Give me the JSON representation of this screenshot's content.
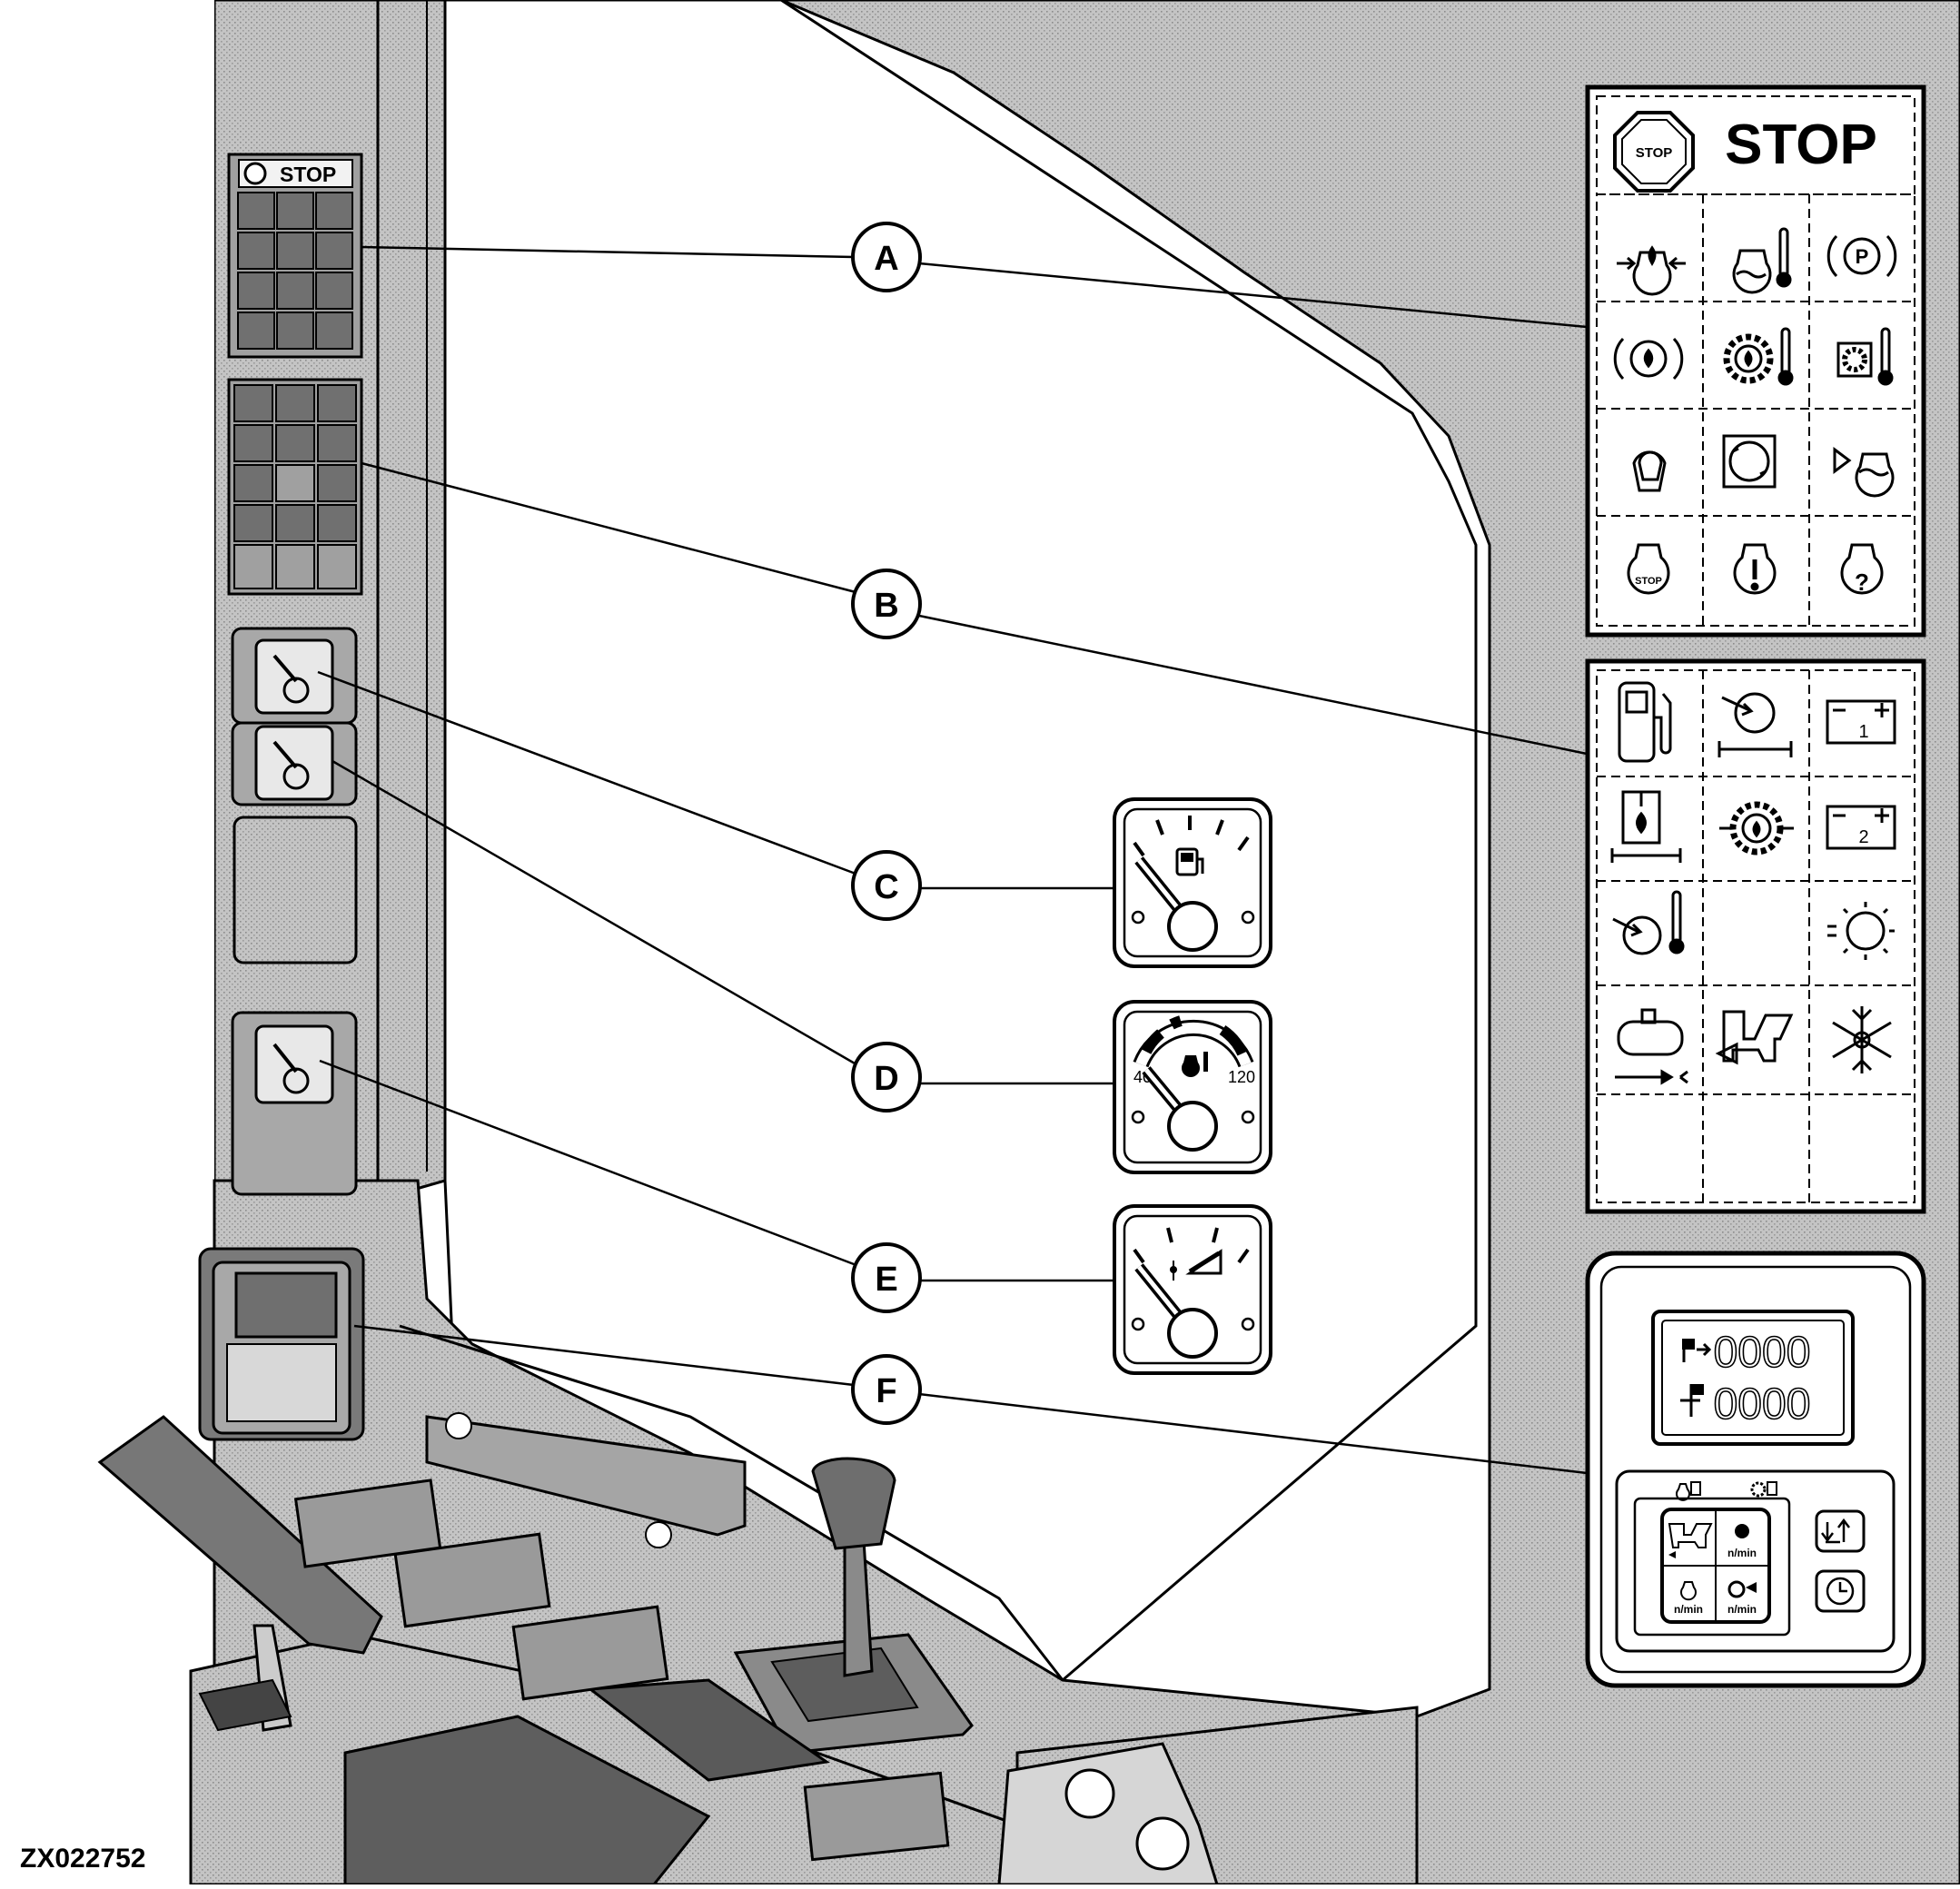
{
  "figure_id": "ZX022752",
  "callouts": [
    "A",
    "B",
    "C",
    "D",
    "E",
    "F"
  ],
  "warning_panel": {
    "stop_label": "STOP",
    "stop_icon_text": "STOP",
    "icons": [
      "engine-oil-pressure-icon",
      "engine-coolant-temperature-icon",
      "park-brake-icon",
      "brake-pressure-icon",
      "transmission-oil-temperature-icon",
      "hydraulic-oil-temperature-icon",
      "air-filter-icon",
      "engine-check-icon",
      "coolant-level-icon",
      "engine-stop-icon",
      "engine-warning-icon",
      "engine-diagnostic-icon"
    ],
    "engine_stop_text": "STOP",
    "question_text": "?"
  },
  "indicator_panel": {
    "battery_1_label": "1",
    "battery_2_label": "2",
    "icons": [
      "fuel-level-icon",
      "rear-axle-temperature-icon",
      "battery-1-icon",
      "hydraulic-filter-icon",
      "transmission-filter-icon",
      "battery-2-icon",
      "axle-oil-temperature-icon",
      "blank",
      "work-lights-icon",
      "preheater-icon",
      "loader-float-icon",
      "air-conditioning-icon",
      "blank",
      "blank",
      "blank"
    ]
  },
  "gauges": {
    "fuel": {
      "name": "fuel-gauge"
    },
    "coolant": {
      "name": "coolant-temperature-gauge",
      "scale_min": "40",
      "scale_max": "120"
    },
    "torque_converter": {
      "name": "torque-converter-oil-temperature-gauge"
    }
  },
  "monitor": {
    "readout_1": "0000",
    "readout_2": "0000",
    "rpm_label": "n/min"
  },
  "colors": {
    "line": "#000000",
    "panel_fill": "#ffffff",
    "cab_gray": "#b8b8b8",
    "cab_dark": "#8a8a8a"
  }
}
